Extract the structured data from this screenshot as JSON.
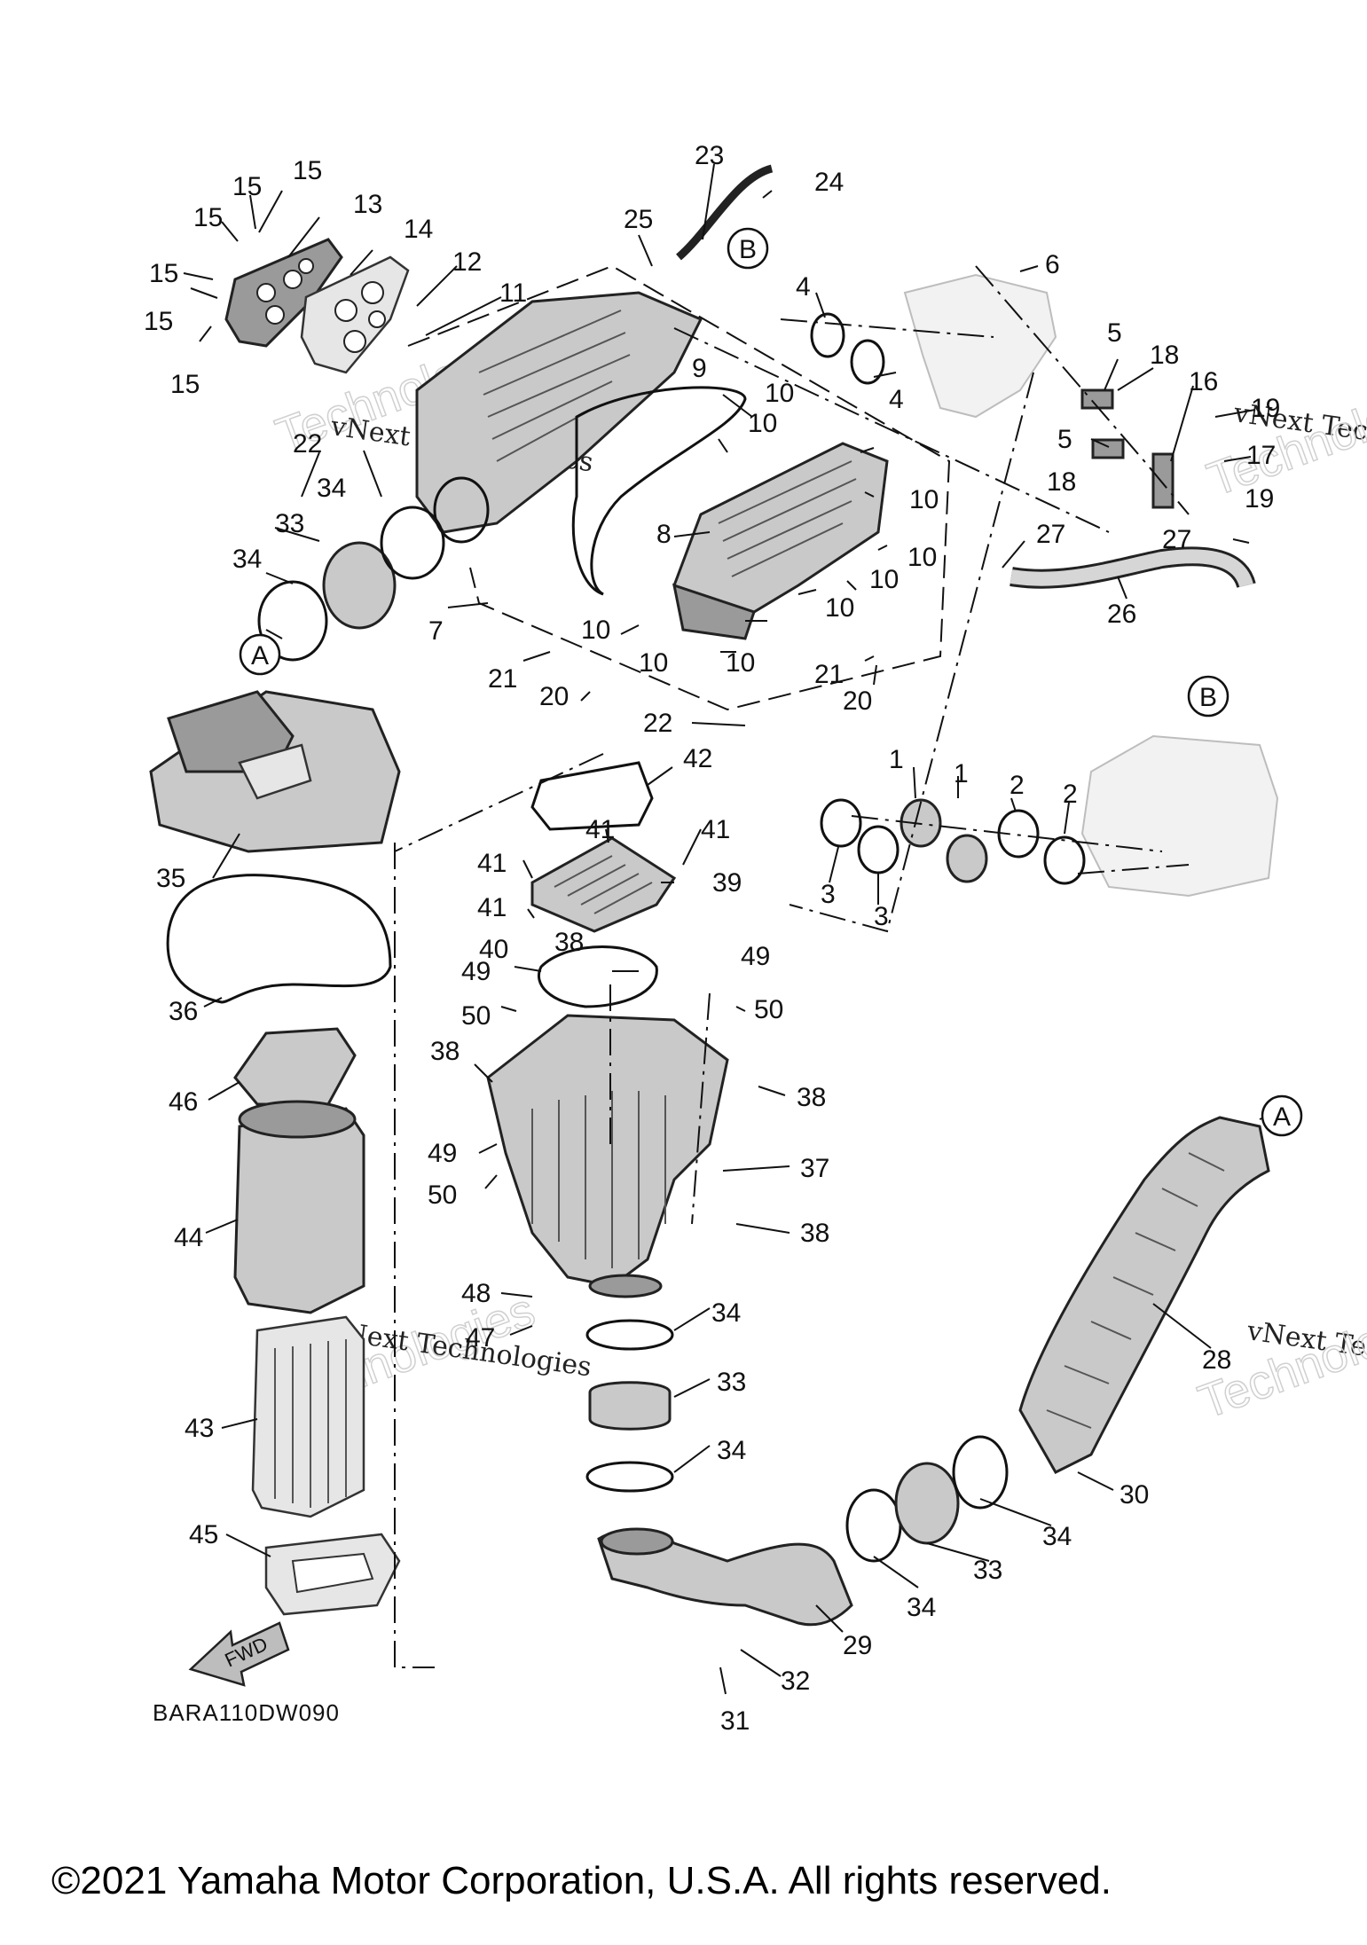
{
  "diagram_code": "BARA110DW090",
  "copyright": "©2021 Yamaha Motor Corporation, U.S.A. All rights reserved.",
  "watermark": {
    "line1": "vNext Technologies",
    "ghost1": "vNext",
    "ghost2": "Technologies"
  },
  "fwd_arrow_label": "FWD",
  "ref_markers": {
    "a": "A",
    "b": "B"
  },
  "callouts": {
    "c1": "1",
    "c2": "2",
    "c3": "3",
    "c4": "4",
    "c5": "5",
    "c6": "6",
    "c7": "7",
    "c8": "8",
    "c9": "9",
    "c10": "10",
    "c11": "11",
    "c12": "12",
    "c13": "13",
    "c14": "14",
    "c15": "15",
    "c16": "16",
    "c17": "17",
    "c18": "18",
    "c19": "19",
    "c20": "20",
    "c21": "21",
    "c22": "22",
    "c23": "23",
    "c24": "24",
    "c25": "25",
    "c26": "26",
    "c27": "27",
    "c28": "28",
    "c29": "29",
    "c30": "30",
    "c31": "31",
    "c32": "32",
    "c33": "33",
    "c34": "34",
    "c35": "35",
    "c36": "36",
    "c37": "37",
    "c38": "38",
    "c39": "39",
    "c40": "40",
    "c41": "41",
    "c42": "42",
    "c43": "43",
    "c44": "44",
    "c45": "45",
    "c46": "46",
    "c47": "47",
    "c48": "48",
    "c49": "49",
    "c50": "50"
  }
}
